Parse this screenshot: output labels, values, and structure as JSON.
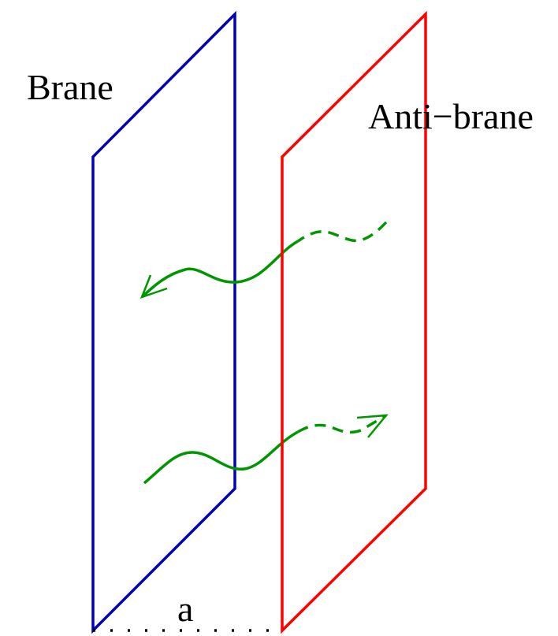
{
  "labels": {
    "brane": "Brane",
    "anti_brane": "Anti−brane",
    "separation": "a"
  },
  "colors": {
    "brane": "#0000b4",
    "anti_brane": "#ff0000",
    "string": "#009600",
    "text": "#000000",
    "separation_dots": "#000000"
  },
  "elements": {
    "brane_plane": "parallelogram",
    "anti_brane_plane": "parallelogram",
    "upper_string": "wavy arrow pointing left",
    "lower_string": "wavy arrow pointing right",
    "separation_line": "dotted line"
  }
}
